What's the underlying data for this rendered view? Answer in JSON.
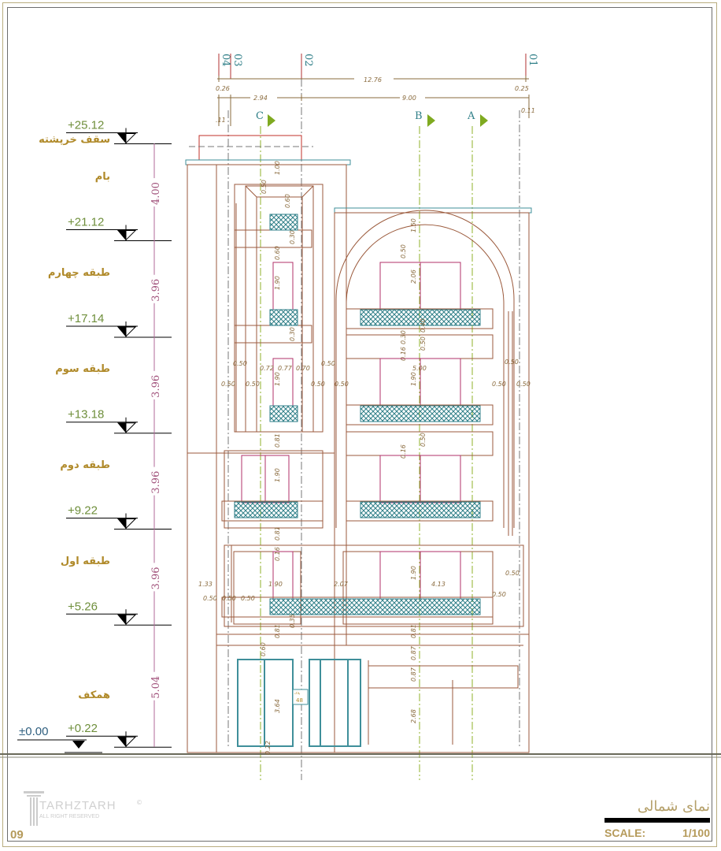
{
  "drawing": {
    "title": "نمای شمالی",
    "scale_label": "SCALE:",
    "scale_value": "1/100",
    "page_number": "09",
    "logo": {
      "name": "TARHZTARH",
      "subtitle": "ALL RIGHT RESERVED",
      "mark": "©"
    },
    "grid_numbers": [
      "04",
      "03",
      "02",
      "01"
    ],
    "section_marks": [
      "C",
      "B",
      "A"
    ],
    "top_dims": [
      "12.76",
      "0.26",
      "0.25",
      "2.94",
      "9.00",
      ".11",
      "0.11"
    ],
    "levels": [
      {
        "value": "+25.12",
        "elev": 25.12
      },
      {
        "value": "+21.12",
        "elev": 21.12
      },
      {
        "value": "+17.14",
        "elev": 17.14
      },
      {
        "value": "+13.18",
        "elev": 13.18
      },
      {
        "value": "+9.22",
        "elev": 9.22
      },
      {
        "value": "+5.26",
        "elev": 5.26
      },
      {
        "value": "+0.22",
        "elev": 0.22
      }
    ],
    "ground_level": "±0.00",
    "floor_names": [
      "سقف خرپشته",
      "بام",
      "طبقه چهارم",
      "طبقه سوم",
      "طبقه دوم",
      "طبقه اول",
      "همکف"
    ],
    "floor_heights": [
      "4.00",
      "3.96",
      "3.96",
      "3.96",
      "3.96",
      "5.04"
    ],
    "dims": [
      "1.00",
      "0.50",
      "0.60",
      "0.30",
      "0.60",
      "1.50",
      "0.50",
      "2.06",
      "1.90",
      "0.30",
      "0.40",
      "0.50",
      "0.16",
      "0.30",
      "0.50",
      "0.72",
      "0.77",
      "0.70",
      "0.50",
      "5.00",
      "0.50",
      "0.50",
      "0.50",
      "0.50",
      "0.50",
      "0.50",
      "0.50",
      "1.90",
      "1.90",
      "0.81",
      "0.81",
      "1.90",
      "0.50",
      "0.16",
      "1.33",
      "1.90",
      "2.07",
      "4.13",
      "1.90",
      "0.50",
      "0.50",
      "0.50",
      "0.50",
      "0.50",
      "0.81",
      "0.81",
      "0.60",
      "3.64",
      "0.87",
      "0.87",
      "2.68",
      "0.22",
      "0.16",
      "0.35"
    ],
    "plate": {
      "label": "پلاک",
      "number": "48"
    },
    "colors": {
      "structure": "#9b5a3c",
      "glass": "#3f8f9a",
      "window": "#b0306a",
      "axis": "#8fb22a",
      "dimension": "#8a6b3e"
    }
  }
}
